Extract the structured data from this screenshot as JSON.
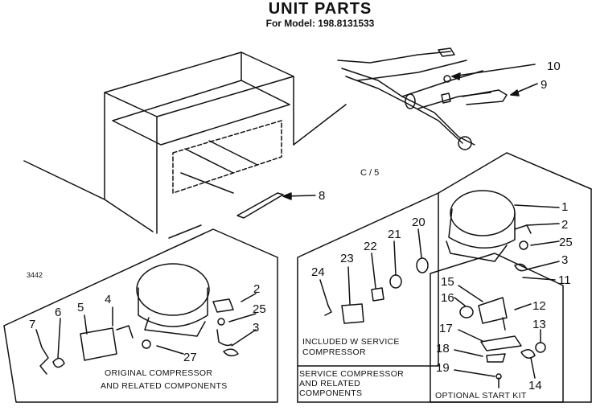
{
  "header": {
    "title": "UNIT PARTS",
    "model_line": "For Model: 198.8131533"
  },
  "misc": {
    "code_left": "3442",
    "code_center": "C / 5"
  },
  "parts": {
    "p1": "1",
    "p2": "2",
    "p3": "3",
    "p4": "4",
    "p5": "5",
    "p6": "6",
    "p7": "7",
    "p8": "8",
    "p9": "9",
    "p10": "10",
    "p11": "11",
    "p12": "12",
    "p13": "13",
    "p14": "14",
    "p15": "15",
    "p16": "16",
    "p17": "17",
    "p18": "18",
    "p19": "19",
    "p20": "20",
    "p21": "21",
    "p22": "22",
    "p23": "23",
    "p24": "24",
    "p25": "25",
    "p27": "27"
  },
  "captions": {
    "original_l1": "ORIGINAL COMPRESSOR",
    "original_l2": "AND RELATED COMPONENTS",
    "included_l1": "INCLUDED W  SERVICE",
    "included_l2": "COMPRESSOR",
    "service_l1": "SERVICE COMPRESSOR",
    "service_l2": "AND RELATED",
    "service_l3": "COMPONENTS",
    "start_kit": "OPTIONAL START KIT"
  }
}
